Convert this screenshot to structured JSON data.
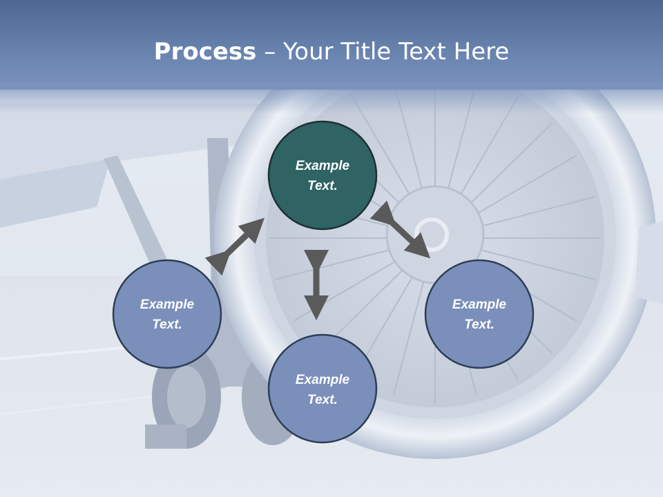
{
  "title": {
    "bold_part": "Process",
    "separator": " – ",
    "rest": "Your Title Text Here"
  },
  "nodes": {
    "top": {
      "line1": "Example",
      "line2": "Text."
    },
    "left": {
      "line1": "Example",
      "line2": "Text."
    },
    "bottom": {
      "line1": "Example",
      "line2": "Text."
    },
    "right": {
      "line1": "Example",
      "line2": "Text."
    }
  },
  "colors": {
    "accent_circle": "#2f6364",
    "circle": "#7a8fba",
    "circle_stroke": "#2c3d55",
    "arrow": "#5a5a5a",
    "title_band": "#5f79a4"
  }
}
